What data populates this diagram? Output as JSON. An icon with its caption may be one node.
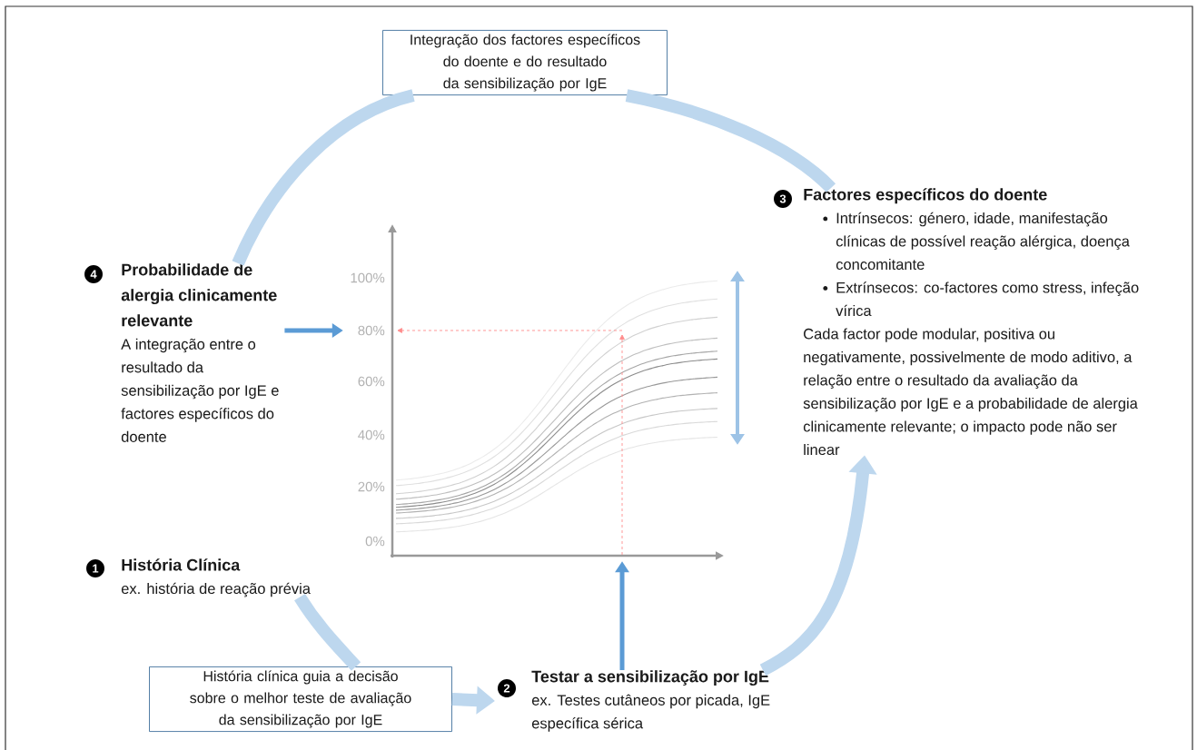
{
  "diagram": {
    "nodes": [
      {
        "text": [
          "Integração dos factores específicos do doente e do resultado da sensibilização por IgE"
        ]
      },
      {
        "text": [
          "Probabilidade de alergia clinicamente relevante",
          "A integração entre o resultado da sensibilização por IgE e factores específicos do doente"
        ],
        "beside": [
          "4"
        ]
      },
      {
        "text": [
          "História Clínica",
          "ex. história de reação prévia"
        ],
        "beside": [
          "1"
        ]
      },
      {
        "text": [
          "História clínica guia a decisão sobre o melhor teste de avaliação da sensibilização por IgE"
        ]
      },
      {
        "text": [
          "Testar a sensibilização por IgE",
          "ex. Testes cutâneos por picada, IgE específica sérica"
        ],
        "beside": [
          "2"
        ]
      },
      {
        "text": [
          "Factores específicos do doente",
          "Intrínsecos: género, idade, manifestação clínicas de possível reação alérgica, doença concomitante",
          "Extrínsecos: co-factores como stress, infeção vírica",
          "Cada factor pode modular, positiva ou negativamente, possivelmente de modo aditivo, a relação entre o resultado da avaliação da sensibilização por IgE e a probabilidade de alergia clinicamente relevante; o impacto pode não ser linear"
        ],
        "beside": [
          "3"
        ]
      },
      {
        "text": [],
        "shape": "picture",
        "beside": [
          "100%",
          "80%",
          "60%",
          "40%",
          "20%",
          "0%"
        ]
      }
    ],
    "edges": [
      {
        "from": 1,
        "to": 0,
        "arrow": "none"
      },
      {
        "from": 0,
        "to": 5,
        "arrow": "none"
      },
      {
        "from": 2,
        "to": 3,
        "arrow": "none"
      },
      {
        "from": 3,
        "to": 4,
        "arrow": "to"
      },
      {
        "from": 4,
        "to": 5,
        "arrow": "to"
      },
      {
        "from": 1,
        "to": 6,
        "arrow": "to",
        "color": "#5b9bd5"
      },
      {
        "from": 4,
        "to": 6,
        "arrow": "to",
        "color": "#5b9bd5"
      }
    ]
  }
}
